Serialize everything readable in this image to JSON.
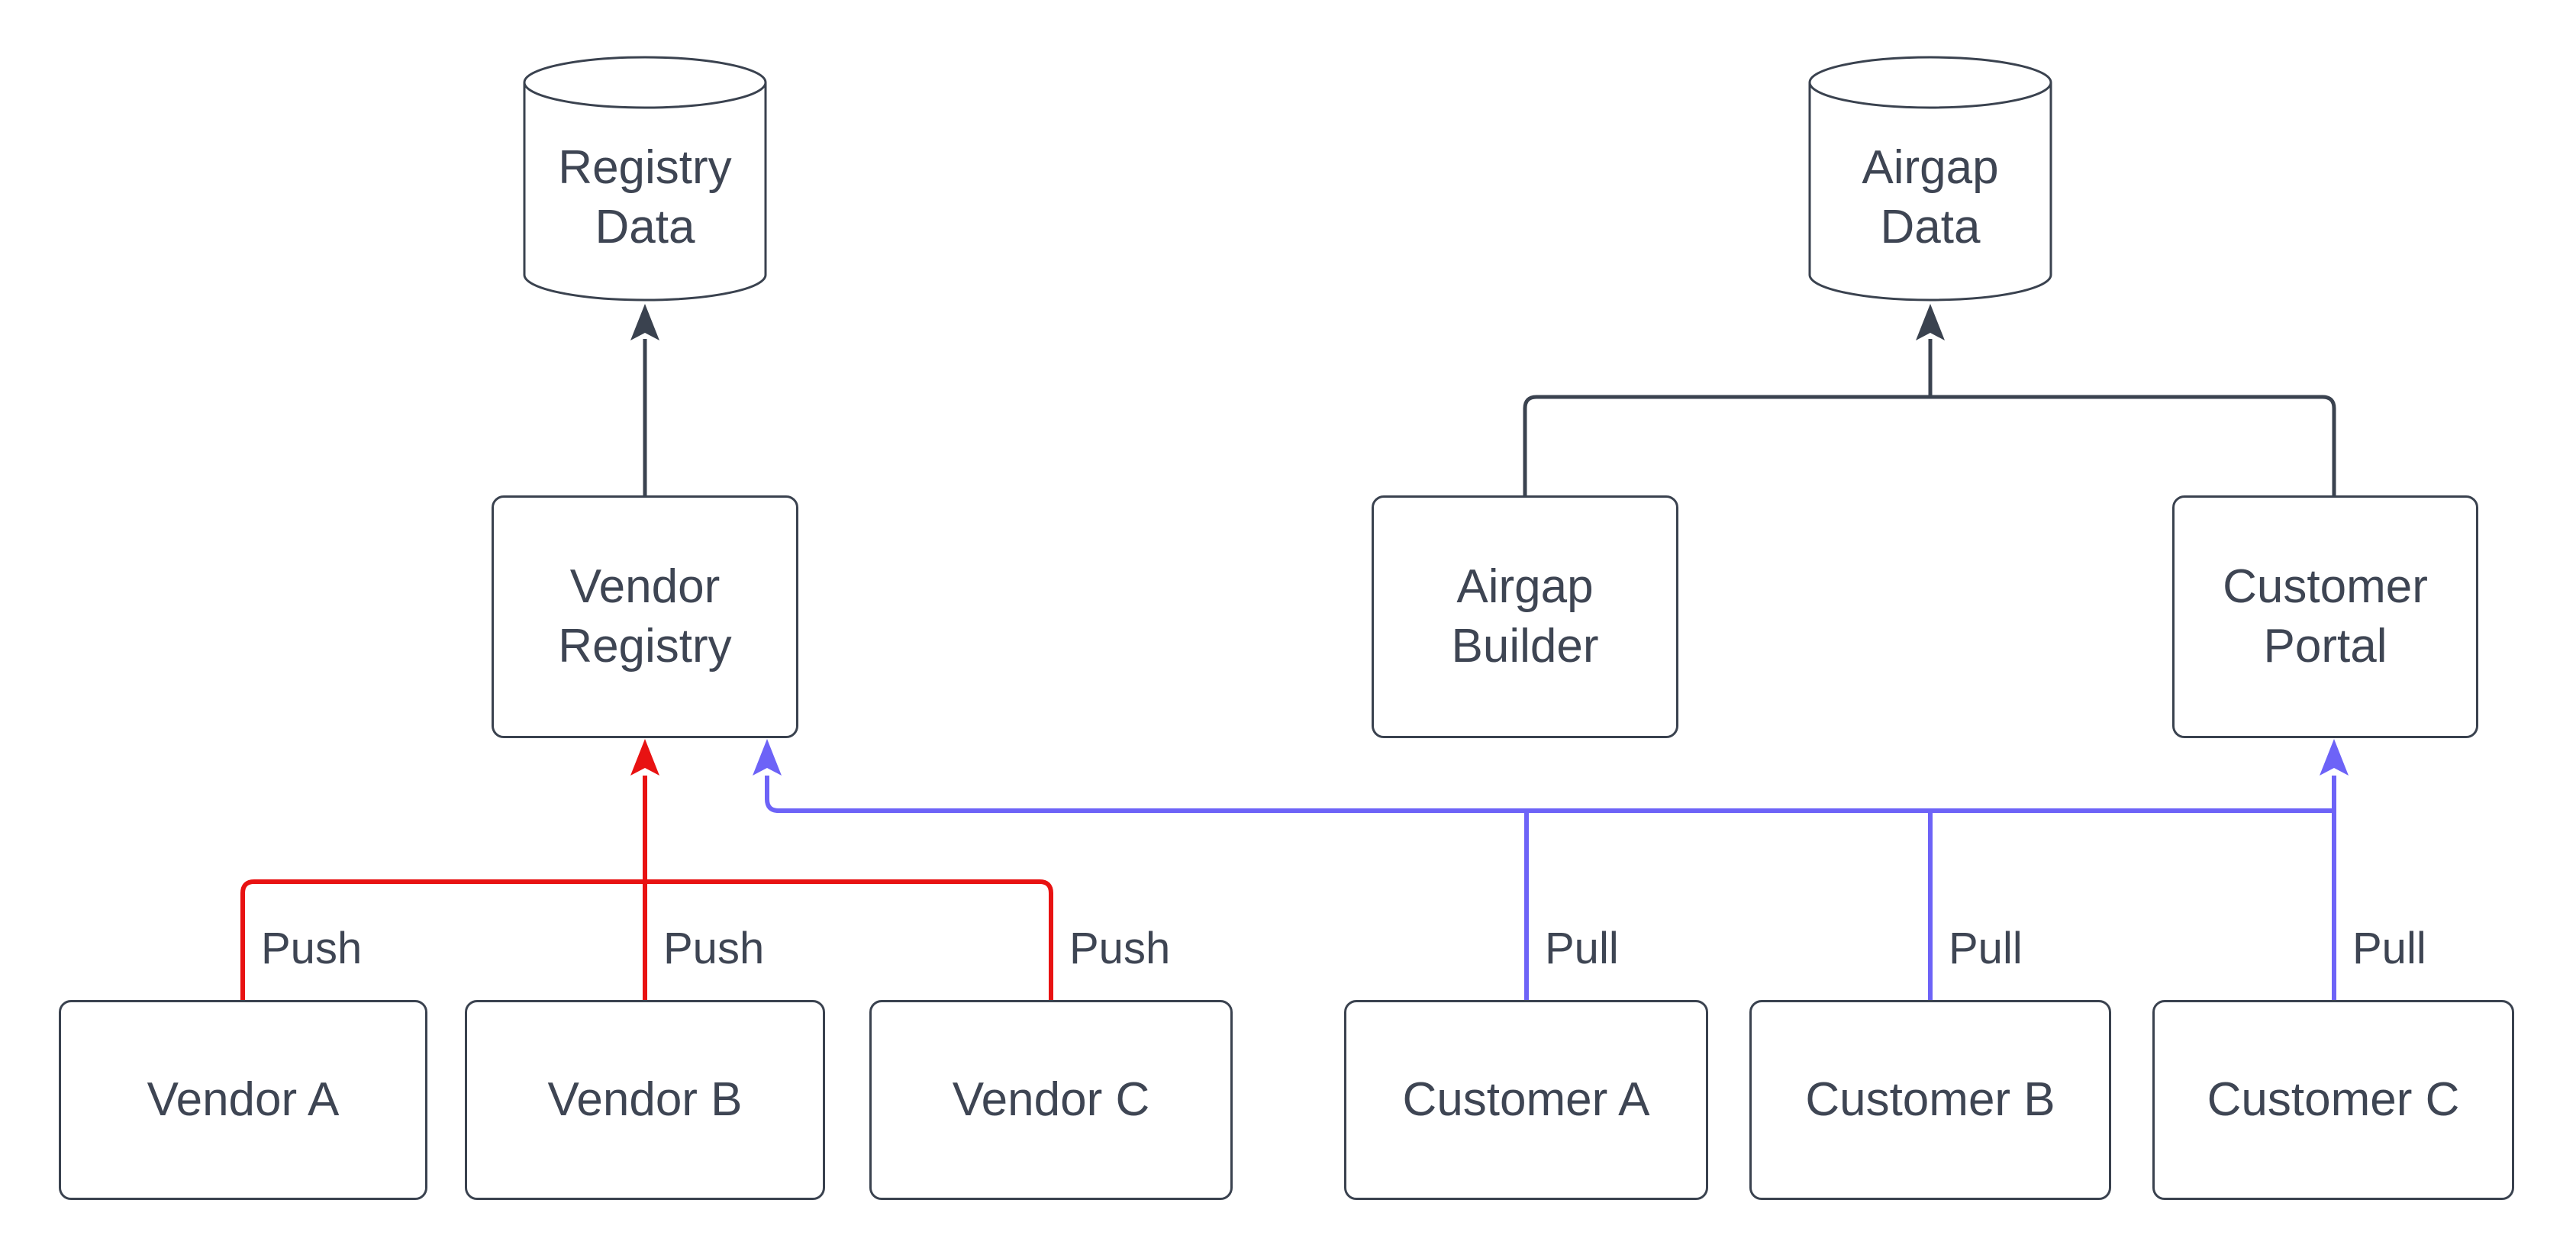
{
  "diagram": {
    "colors": {
      "stroke": "#3a424f",
      "text": "#3e4553",
      "push": "#e81212",
      "pull": "#6d63f7",
      "node_fill": "#ffffff",
      "bg": "#ffffff"
    },
    "nodes": {
      "registry_data": {
        "label": "Registry Data",
        "shape": "cylinder"
      },
      "airgap_data": {
        "label": "Airgap Data",
        "shape": "cylinder"
      },
      "vendor_registry": {
        "label": "Vendor Registry",
        "shape": "rectangle"
      },
      "airgap_builder": {
        "label": "Airgap Builder",
        "shape": "rectangle"
      },
      "customer_portal": {
        "label": "Customer Portal",
        "shape": "rectangle"
      },
      "vendor_a": {
        "label": "Vendor A",
        "shape": "rectangle"
      },
      "vendor_b": {
        "label": "Vendor B",
        "shape": "rectangle"
      },
      "vendor_c": {
        "label": "Vendor C",
        "shape": "rectangle"
      },
      "customer_a": {
        "label": "Customer A",
        "shape": "rectangle"
      },
      "customer_b": {
        "label": "Customer B",
        "shape": "rectangle"
      },
      "customer_c": {
        "label": "Customer C",
        "shape": "rectangle"
      }
    },
    "edges": {
      "push_labels": [
        "Push",
        "Push",
        "Push"
      ],
      "pull_labels": [
        "Pull",
        "Pull",
        "Pull"
      ],
      "connections": [
        {
          "from": "vendor_registry",
          "to": "registry_data",
          "color": "dark"
        },
        {
          "from": "airgap_builder",
          "to": "airgap_data",
          "color": "dark"
        },
        {
          "from": "customer_portal",
          "to": "airgap_data",
          "color": "dark"
        },
        {
          "from": "vendor_a",
          "to": "vendor_registry",
          "label": "Push",
          "color": "push"
        },
        {
          "from": "vendor_b",
          "to": "vendor_registry",
          "label": "Push",
          "color": "push"
        },
        {
          "from": "vendor_c",
          "to": "vendor_registry",
          "label": "Push",
          "color": "push"
        },
        {
          "from": "customer_a",
          "to": "vendor_registry",
          "label": "Pull",
          "color": "pull"
        },
        {
          "from": "customer_b",
          "to": "vendor_registry",
          "label": "Pull",
          "color": "pull"
        },
        {
          "from": "customer_c",
          "to": "customer_portal",
          "label": "Pull",
          "color": "pull"
        }
      ]
    }
  }
}
